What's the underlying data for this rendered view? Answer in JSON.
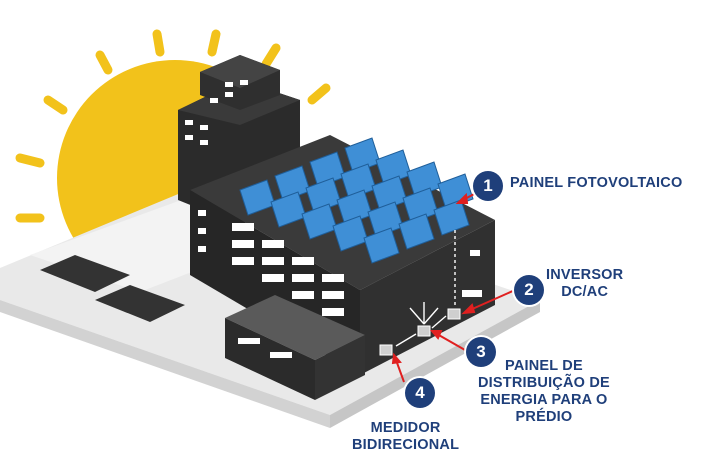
{
  "callouts": [
    {
      "number": "1",
      "lines": [
        "PAINEL FOTOVOLTAICO"
      ]
    },
    {
      "number": "2",
      "lines": [
        "INVERSOR",
        "DC/AC"
      ]
    },
    {
      "number": "3",
      "lines": [
        "PAINEL DE",
        "DISTRIBUIÇÃO DE",
        "ENERGIA PARA O",
        "PRÉDIO"
      ]
    },
    {
      "number": "4",
      "lines": [
        "MEDIDOR",
        "BIDIRECIONAL"
      ]
    }
  ],
  "colors": {
    "badge": "#1f3f7a",
    "label": "#1f3f7a",
    "sun": "#f2c21b",
    "building_dark": "#2b2b2b",
    "solar_panel": "#3f8fd6",
    "arrow": "#e02020",
    "ground": "#e9e9e9"
  },
  "icons": [
    "sun-icon",
    "solar-panel-icon",
    "inverter-icon",
    "distribution-panel-icon",
    "meter-icon"
  ]
}
